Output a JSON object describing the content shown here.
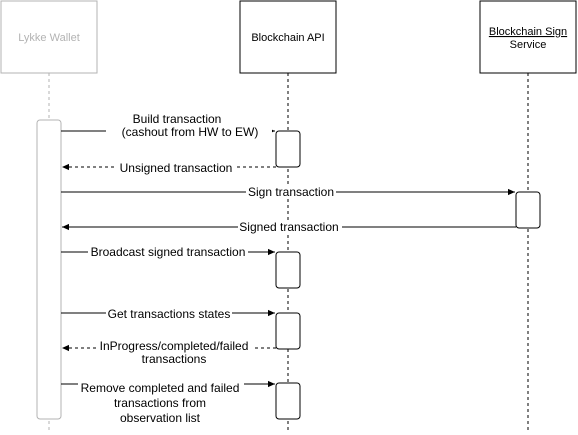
{
  "colors": {
    "line": "#000000",
    "faded": "#b3b3b3",
    "fill": "#ffffff"
  },
  "actors": {
    "wallet": {
      "label": "Lykke Wallet"
    },
    "api": {
      "label": "Blockchain API"
    },
    "sign": {
      "label_line1": "Blockchain Sign",
      "label_line2": "Service"
    }
  },
  "messages": {
    "build": {
      "line1": "Build transaction",
      "line2": "(cashout from HW to EW)"
    },
    "unsigned": {
      "label": "Unsigned transaction"
    },
    "sign": {
      "label": "Sign transaction"
    },
    "signed": {
      "label": "Signed transaction"
    },
    "broadcast": {
      "label": "Broadcast signed transaction"
    },
    "get_states": {
      "label": "Get transactions states"
    },
    "states_reply": {
      "line1": "InProgress/completed/failed",
      "line2": "transactions"
    },
    "remove": {
      "line1": "Remove completed and failed",
      "line2": "transactions from",
      "line3": "observation list"
    }
  }
}
